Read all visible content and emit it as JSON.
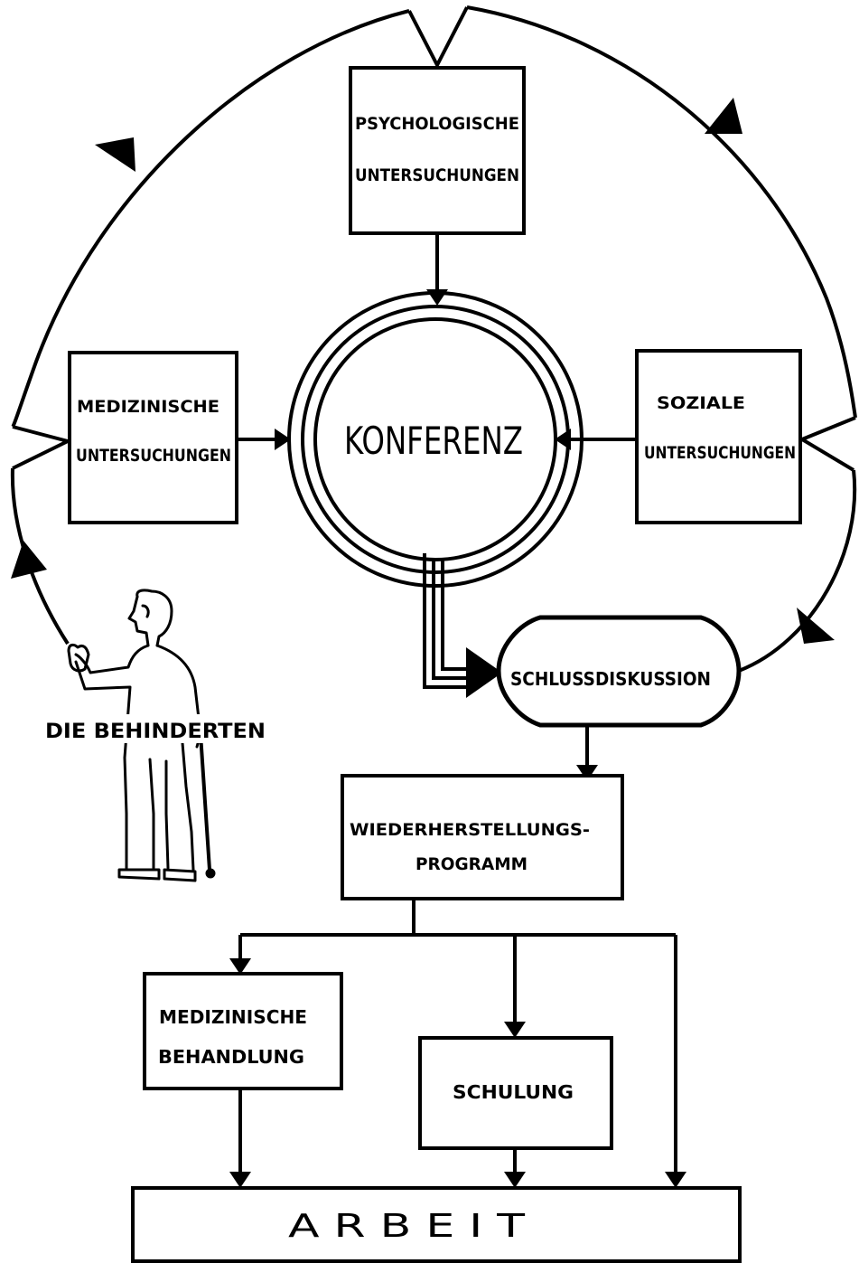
{
  "nodes": {
    "psych": {
      "line1": "PSYCHOLOGISCHE",
      "line2": "UNTERSUCHUNGEN"
    },
    "med": {
      "line1": "MEDIZINISCHE",
      "line2": "UNTERSUCHUNGEN"
    },
    "sozial": {
      "line1": "SOZIALE",
      "line2": "UNTERSUCHUNGEN"
    },
    "konferenz": {
      "label": "KONFERENZ"
    },
    "schluss": {
      "label": "SCHLUSSDISKUSSION"
    },
    "wieder": {
      "line1": "WIEDERHERSTELLUNGS-",
      "line2": "PROGRAMM"
    },
    "medbeh": {
      "line1": "MEDIZINISCHE",
      "line2": "BEHANDLUNG"
    },
    "schulung": {
      "label": "SCHULUNG"
    },
    "arbeit": {
      "label": "A R B E I T"
    }
  },
  "figure": {
    "label": "DIE BEHINDERTEN"
  },
  "colors": {
    "ink": "#000000",
    "paper": "#ffffff"
  }
}
